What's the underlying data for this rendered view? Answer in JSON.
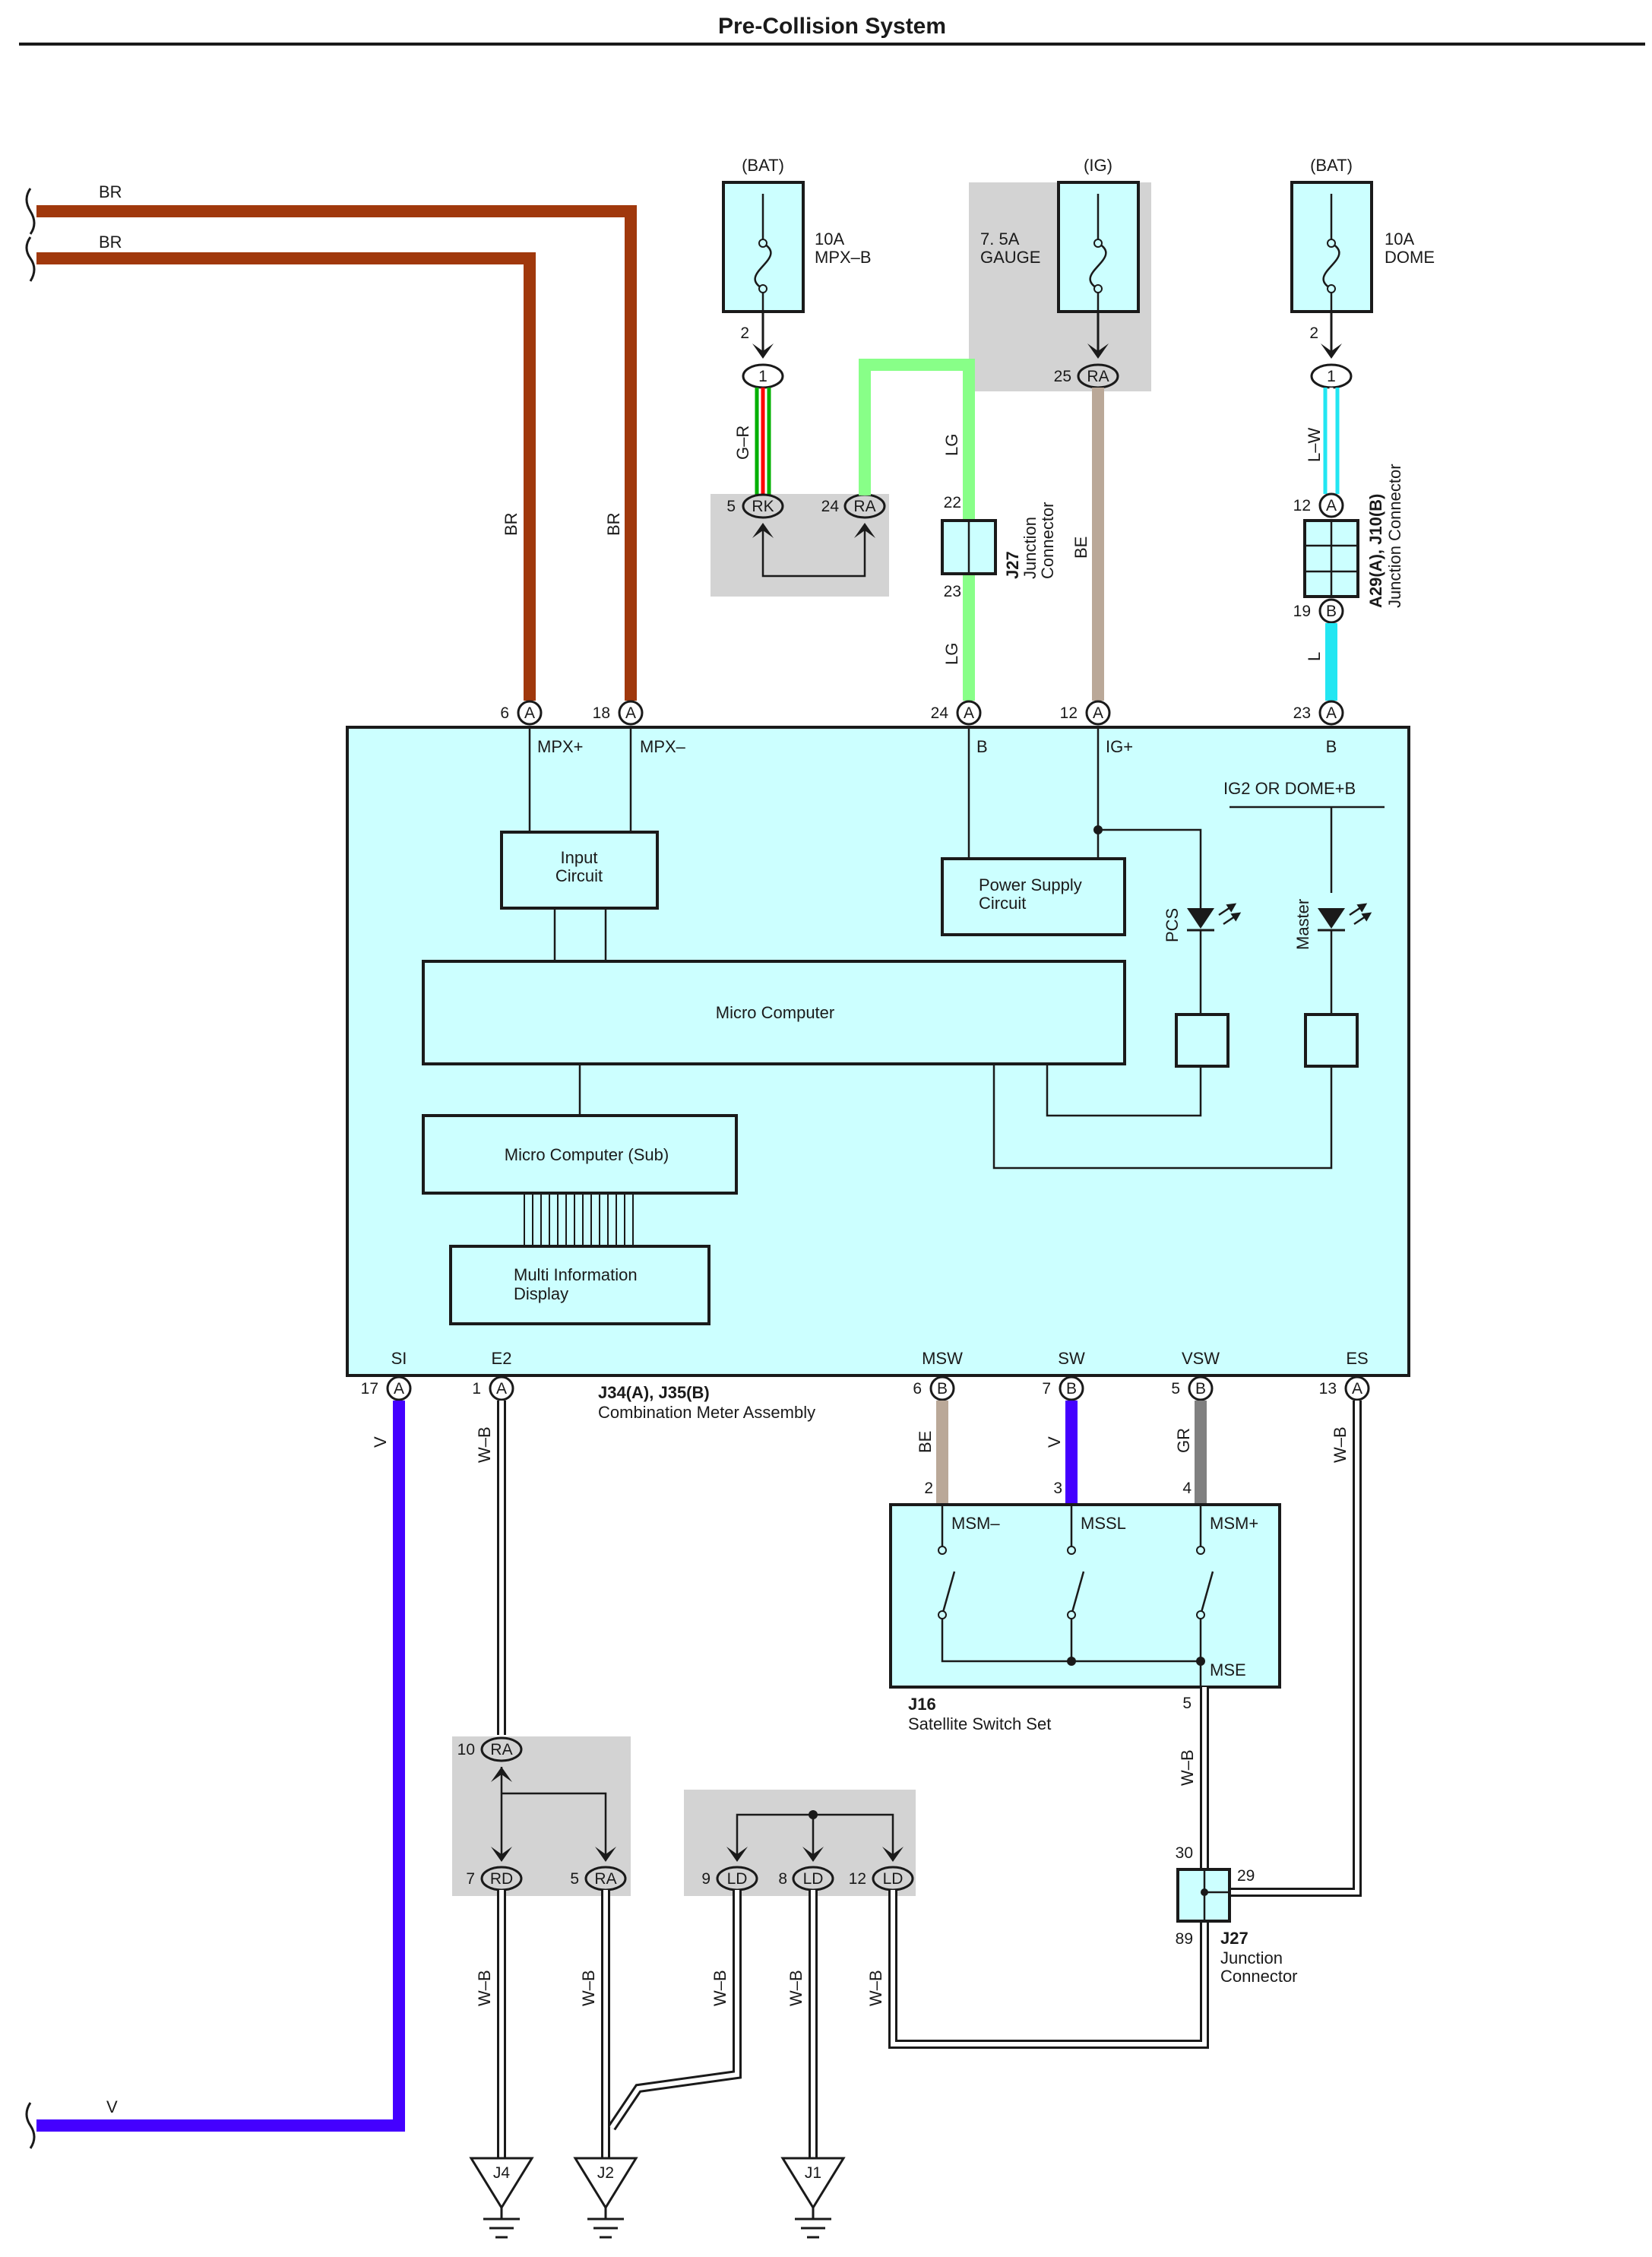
{
  "title": "Pre-Collision System",
  "colors": {
    "BR": "#a0380c",
    "LG": "#88ff88",
    "BE": "#baa898",
    "L": "#22e6f2",
    "V": "#4400ff",
    "GR": "#808080",
    "WB": "#ffffff",
    "G": "#00b000",
    "R": "#ff0000",
    "component_fill": "#ccffff",
    "shaded_area": "#d3d3d3"
  },
  "wires": {
    "br1": "BR",
    "br2": "BR",
    "br_v1": "BR",
    "br_v2": "BR",
    "gr_top": "G–R",
    "lg_top": "LG",
    "lg_bottom": "LG",
    "be_top": "BE",
    "lw_top": "L–W",
    "l_bottom": "L",
    "v_left": "V",
    "v_bottom": "V",
    "wb_e2": "W–B",
    "be_msw": "BE",
    "v_sw": "V",
    "gr_vsw": "GR",
    "wb_es": "W–B",
    "wb_mse": "W–B",
    "wb_rd": "W–B",
    "wb_ra": "W–B",
    "wb_ld9": "W–B",
    "wb_ld8": "W–B",
    "wb_ld12": "W–B"
  },
  "fuses": {
    "mpx": {
      "source": "(BAT)",
      "rating": "10A",
      "name": "MPX–B",
      "pin": "2",
      "conn_label": "1"
    },
    "gauge": {
      "source": "(IG)",
      "rating": "7. 5A",
      "name": "GAUGE",
      "pin": "25",
      "conn_label": "RA"
    },
    "dome": {
      "source": "(BAT)",
      "rating": "10A",
      "name": "DOME",
      "pin": "2",
      "conn_label": "1"
    }
  },
  "splice_top": {
    "rk_pin": "5",
    "rk_label": "RK",
    "ra_pin": "24",
    "ra_label": "RA"
  },
  "j27_top": {
    "pin_a": "22",
    "pin_b": "23",
    "id": "J27",
    "name1": "Junction",
    "name2": "Connector"
  },
  "a29": {
    "pin_a": "12",
    "label_a": "A",
    "pin_b": "19",
    "label_b": "B",
    "id": "A29(A), J10(B)",
    "name": "Junction Connector"
  },
  "meter": {
    "id": "J34(A), J35(B)",
    "name": "Combination Meter Assembly",
    "top_pins": [
      {
        "num": "6",
        "conn": "A",
        "name": "MPX+"
      },
      {
        "num": "18",
        "conn": "A",
        "name": "MPX–"
      },
      {
        "num": "24",
        "conn": "A",
        "name": "B"
      },
      {
        "num": "12",
        "conn": "A",
        "name": "IG+"
      },
      {
        "num": "23",
        "conn": "A",
        "name": "B"
      }
    ],
    "bottom_pins": [
      {
        "num": "17",
        "conn": "A",
        "name": "SI"
      },
      {
        "num": "1",
        "conn": "A",
        "name": "E2"
      },
      {
        "num": "6",
        "conn": "B",
        "name": "MSW"
      },
      {
        "num": "7",
        "conn": "B",
        "name": "SW"
      },
      {
        "num": "5",
        "conn": "B",
        "name": "VSW"
      },
      {
        "num": "13",
        "conn": "A",
        "name": "ES"
      }
    ],
    "input_circuit": [
      "Input",
      "Circuit"
    ],
    "power_supply": [
      "Power Supply",
      "Circuit"
    ],
    "micro_computer": "Micro Computer",
    "micro_computer_sub": "Micro Computer (Sub)",
    "multi_info": [
      "Multi Information",
      "Display"
    ],
    "ig2_label": "IG2 OR DOME+B",
    "led_pcs": "PCS",
    "led_master": "Master"
  },
  "switch_set": {
    "id": "J16",
    "name": "Satellite Switch Set",
    "pins_top": [
      "2",
      "3",
      "4"
    ],
    "labels": [
      "MSM–",
      "MSSL",
      "MSM+"
    ],
    "mse": "MSE",
    "mse_pin": "5"
  },
  "splice_ra_rd": {
    "ra10_pin": "10",
    "ra10_label": "RA",
    "rd_pin": "7",
    "rd_label": "RD",
    "ra5_pin": "5",
    "ra5_label": "RA"
  },
  "splice_ld": {
    "pins": [
      "9",
      "8",
      "12"
    ],
    "label": "LD"
  },
  "j27_bottom": {
    "pin_30": "30",
    "pin_29": "29",
    "pin_89": "89",
    "id": "J27",
    "name1": "Junction",
    "name2": "Connector"
  },
  "grounds": {
    "j4": "J4",
    "j2": "J2",
    "j1": "J1"
  }
}
